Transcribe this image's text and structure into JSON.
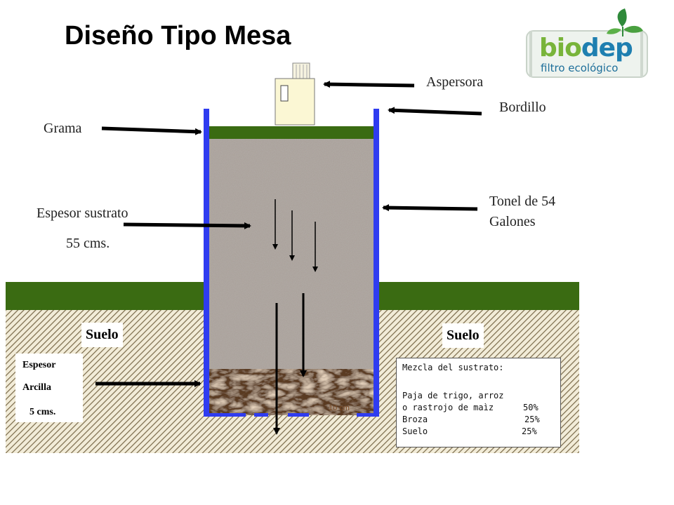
{
  "title": "Diseño Tipo Mesa",
  "logo": {
    "brand_part1": "bio",
    "brand_part2": "dep",
    "tagline": "filtro ecológico",
    "colors": {
      "green": "#78b43a",
      "blue": "#1e7fb0"
    }
  },
  "labels": {
    "aspersora": "Aspersora",
    "bordillo": "Bordillo",
    "grama": "Grama",
    "tonel_line1": "Tonel de 54",
    "tonel_line2": "Galones",
    "espesor_sustrato": "Espesor sustrato",
    "espesor_valor": "55 cms.",
    "suelo_left": "Suelo",
    "suelo_right": "Suelo",
    "arcilla_line1": "Espesor",
    "arcilla_line2": "Arcilla",
    "arcilla_line3": "5 cms.",
    "ten_cm": "10 cm"
  },
  "mezcla": {
    "heading": "Mezcla del sustrato:",
    "items": [
      {
        "name_line1": "Paja de trigo, arroz",
        "name": "o rastrojo de maìz",
        "pct": "50%"
      },
      {
        "name": "Broza",
        "pct": "25%"
      },
      {
        "name": "Suelo",
        "pct": "25%"
      }
    ]
  },
  "colors": {
    "grass": "#3a6b12",
    "barrel": "#2f3cf0",
    "substrate": "#aba39c",
    "clay": "#5a3a22",
    "soil_hatch": "#7a6a4a"
  }
}
